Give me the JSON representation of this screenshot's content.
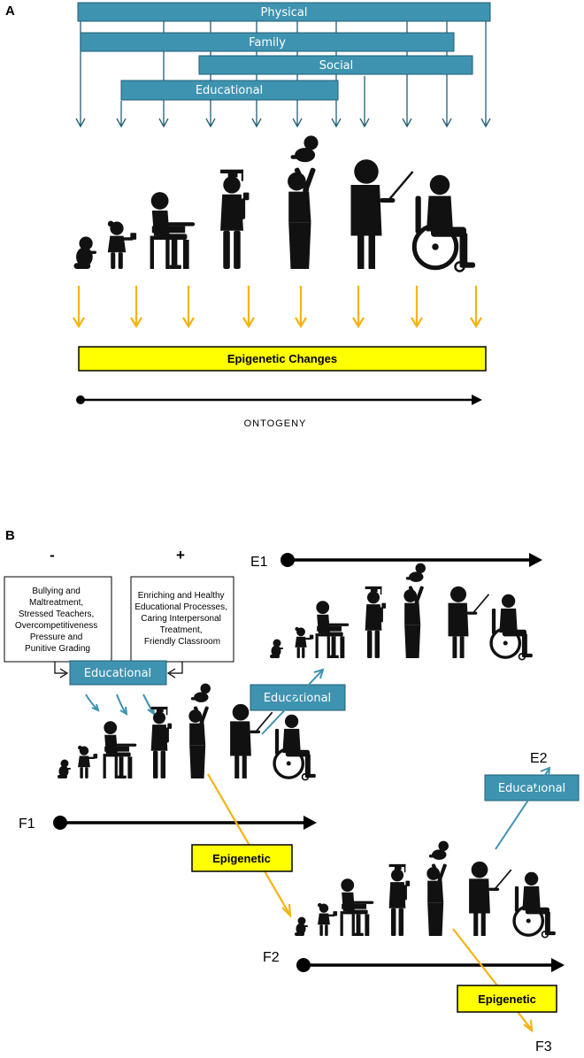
{
  "panel_a": {
    "letter": "A",
    "bars": {
      "physical": "Physical",
      "family": "Family",
      "social": "Social",
      "educational": "Educational"
    },
    "epigenetic_label": "Epigenetic Changes",
    "axis_label": "ONTOGENY"
  },
  "panel_b": {
    "letter": "B",
    "minus": "-",
    "plus": "+",
    "negative_box": [
      "Bullying and",
      "Maltreatment,",
      "Stressed Teachers,",
      "Overcompetitiveness",
      "Pressure and",
      "Punitive Grading"
    ],
    "positive_box": [
      "Enriching and Healthy",
      "Educational Processes,",
      "Caring Interpersonal",
      "Treatment,",
      "Friendly Classroom"
    ],
    "educational_label": "Educational",
    "epigenetic_label": "Epigenetic",
    "generations": {
      "e1": "E1",
      "e2": "E2",
      "f1": "F1",
      "f2": "F2",
      "f3": "F3"
    }
  },
  "colors": {
    "teal": "#3e93b0",
    "teal_dark": "#1f5f77",
    "yellow": "#ffff00",
    "orange": "#f5b315",
    "black": "#000000"
  }
}
